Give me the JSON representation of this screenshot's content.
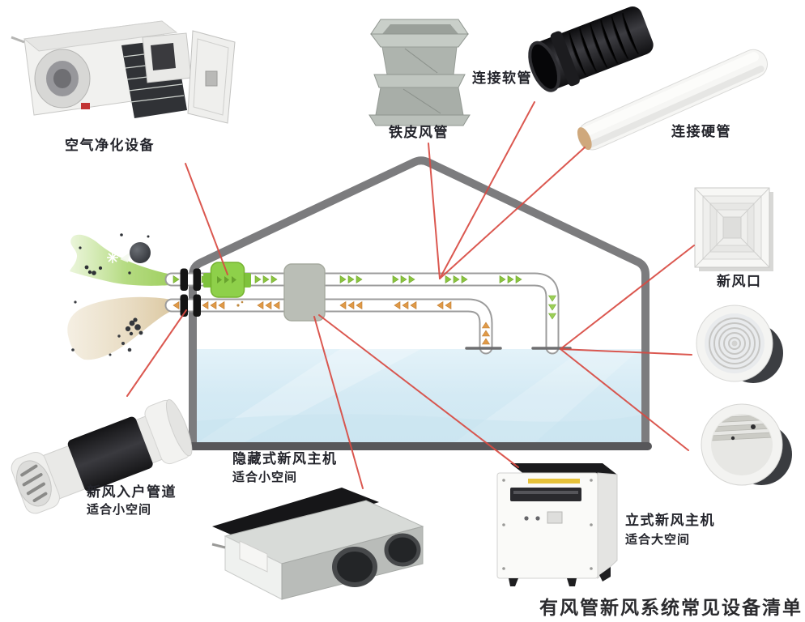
{
  "title": "有风管新风系统常见设备清单",
  "equipment": [
    {
      "id": "air-purifier",
      "label": "空气净化设备"
    },
    {
      "id": "metal-duct",
      "label": "铁皮风管"
    },
    {
      "id": "soft-pipe",
      "label": "连接软管"
    },
    {
      "id": "hard-pipe",
      "label": "连接硬管"
    },
    {
      "id": "fresh-air-outlet",
      "label": "新风口"
    },
    {
      "id": "entry-pipe",
      "label": "新风入户管道",
      "note": "适合小空间"
    },
    {
      "id": "hidden-host",
      "label": "隐藏式新风主机",
      "note": "适合小空间"
    },
    {
      "id": "vertical-host",
      "label": "立式新风主机",
      "note": "适合大空间"
    }
  ],
  "colors": {
    "annotation_line": "#d84a42",
    "supply_arrow": "#8bc53f",
    "exhaust_arrow": "#dd9448",
    "purifier_unit": "#8ed04a",
    "host_box": "#babeb6",
    "house_outline": "#7c7c7e",
    "house_floor": "#57575a",
    "interior_glass": "#d9edf6",
    "fresh_stream": "#9ccf58",
    "exhaust_stream": "#d6c29a"
  }
}
